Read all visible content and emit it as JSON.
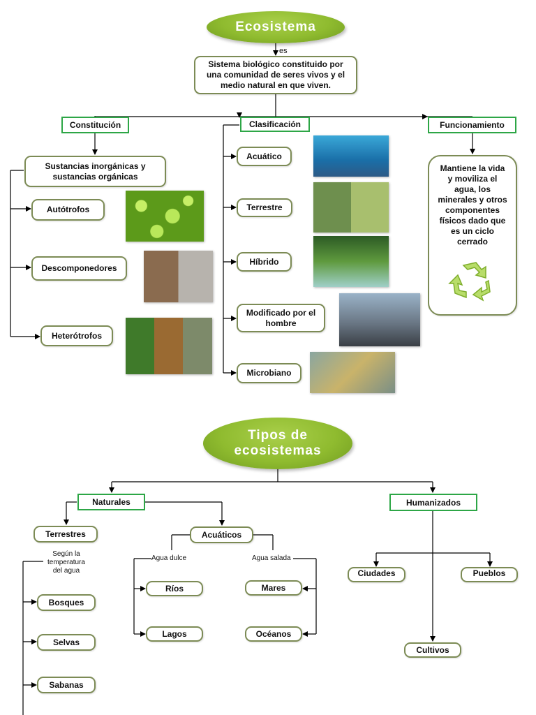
{
  "top": {
    "title": "Ecosistema",
    "connector": "es",
    "definition": "Sistema biológico constituido por una comunidad de seres vivos y el medio natural en que viven.",
    "headers": [
      "Constitución",
      "Clasificación",
      "Funcionamiento"
    ],
    "constitucion": {
      "root": "Sustancias inorgánicas y sustancias orgánicas",
      "items": [
        "Autótrofos",
        "Descomponedores",
        "Heterótrofos"
      ]
    },
    "clasificacion": [
      "Acuático",
      "Terrestre",
      "Híbrido",
      "Modificado por el hombre",
      "Microbiano"
    ],
    "funcionamiento": "Mantiene la vida y moviliza el agua, los minerales y otros componentes físicos dado que es un ciclo cerrado"
  },
  "bottom": {
    "title": "Tipos de ecosistemas",
    "naturales": "Naturales",
    "humanizados": "Humanizados",
    "terrestres": "Terrestres",
    "acuaticos": "Acuáticos",
    "criterio": "Según la temperatura del agua",
    "agua_dulce": "Agua dulce",
    "agua_salada": "Agua salada",
    "terrestres_items": [
      "Bosques",
      "Selvas",
      "Sabanas"
    ],
    "dulce_items": [
      "Ríos",
      "Lagos"
    ],
    "salada_items": [
      "Mares",
      "Océanos"
    ],
    "humanizados_items": [
      "Ciudades",
      "Pueblos",
      "Cultivos"
    ]
  },
  "colors": {
    "oval_green": "#8fbb2f",
    "box_border": "#7c8b55",
    "header_border": "#2da646"
  }
}
